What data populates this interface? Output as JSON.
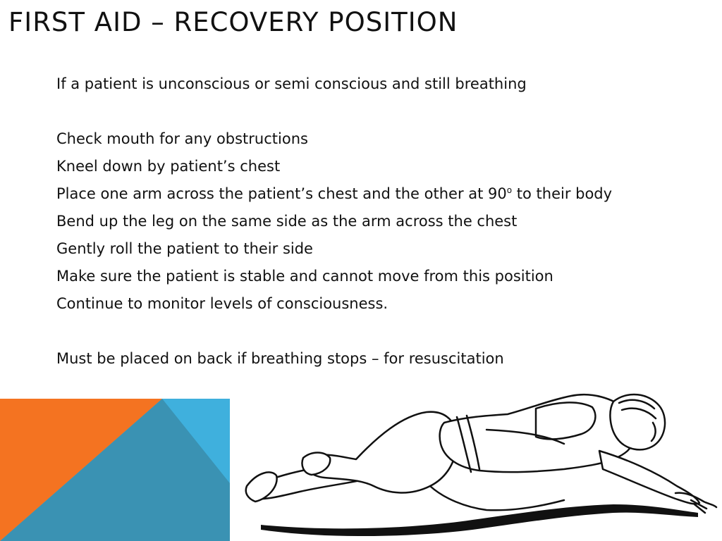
{
  "slide": {
    "title": "FIRST AID – RECOVERY POSITION",
    "intro": "If a patient is unconscious or semi conscious and still breathing",
    "steps": [
      "Check mouth for any obstructions",
      "Kneel down by patient’s chest",
      "Place one arm across the patient’s chest and the other at 90",
      "Bend up the leg on the same side as the arm across the chest",
      "Gently roll the patient to their side",
      "Make sure the patient is stable and cannot move from this position",
      "Continue to monitor levels of consciousness."
    ],
    "step3_degree": "o",
    "step3_suffix": " to their body",
    "note": "Must be placed on back if breathing stops – for resuscitation"
  },
  "colors": {
    "orange": "#f47321",
    "teal": "#3a92b3",
    "light_blue": "#3fb0dd",
    "ink": "#111111"
  }
}
